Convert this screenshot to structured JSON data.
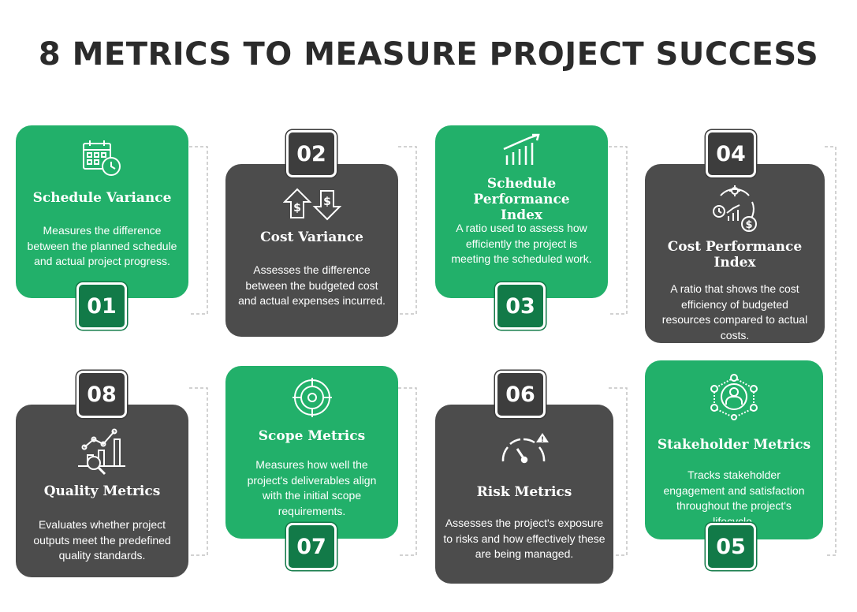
{
  "title": "8 METRICS TO MEASURE PROJECT SUCCESS",
  "colors": {
    "green": "#22b06a",
    "green_badge": "#127a48",
    "dark": "#4c4c4c",
    "dark_badge": "#3d3d3d",
    "title": "#2b2b2b"
  },
  "cards": [
    {
      "number": "01",
      "title": "Schedule Variance",
      "description": "Measures the difference between the planned schedule and actual project progress.",
      "icon": "calendar-clock-icon",
      "theme": "green"
    },
    {
      "number": "02",
      "title": "Cost Variance",
      "description": "Assesses the difference between the budgeted cost and actual expenses incurred.",
      "icon": "dollar-up-down-arrows-icon",
      "theme": "dark"
    },
    {
      "number": "03",
      "title": "Schedule Performance Index",
      "description": "A ratio used to assess how efficiently the project is meeting the scheduled work.",
      "icon": "growth-chart-icon",
      "theme": "green"
    },
    {
      "number": "04",
      "title": "Cost Performance Index",
      "description": "A ratio that shows the cost efficiency of budgeted resources compared to actual costs.",
      "icon": "gear-gauge-dollar-icon",
      "theme": "dark"
    },
    {
      "number": "05",
      "title": "Stakeholder Metrics",
      "description": "Tracks stakeholder engagement and satisfaction throughout the project's lifecycle.",
      "icon": "stakeholder-network-icon",
      "theme": "green"
    },
    {
      "number": "06",
      "title": "Risk Metrics",
      "description": "Assesses the project's exposure to risks and how effectively these are being managed.",
      "icon": "risk-gauge-icon",
      "theme": "dark"
    },
    {
      "number": "07",
      "title": "Scope Metrics",
      "description": "Measures how well the project's deliverables align with the initial scope requirements.",
      "icon": "target-icon",
      "theme": "green"
    },
    {
      "number": "08",
      "title": "Quality Metrics",
      "description": "Evaluates whether project outputs meet the predefined quality standards.",
      "icon": "chart-magnifier-icon",
      "theme": "dark"
    }
  ]
}
